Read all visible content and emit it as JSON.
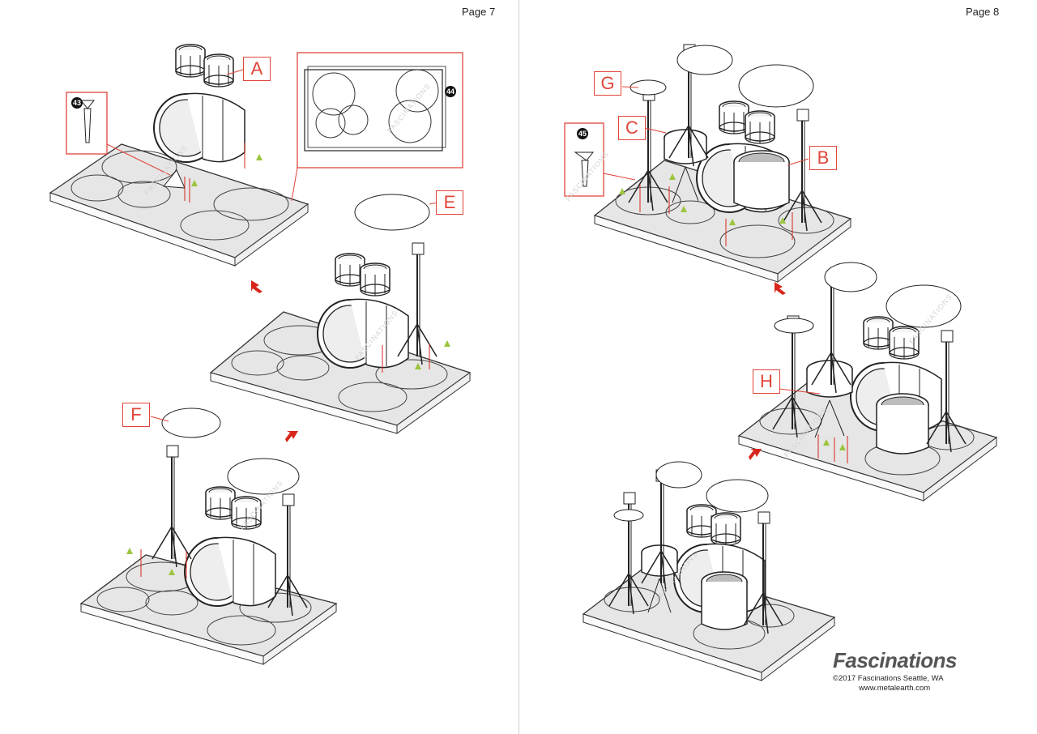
{
  "pages": {
    "left": "Page 7",
    "right": "Page 8"
  },
  "callouts": {
    "a": "A",
    "b": "B",
    "c": "C",
    "e": "E",
    "f": "F",
    "g": "G",
    "h": "H"
  },
  "parts": {
    "p43": "43",
    "p44": "44",
    "p45": "45"
  },
  "watermark": "FASCINATIONS",
  "footer": {
    "brand": "Fascinations",
    "copyright": "©2017 Fascinations Seattle, WA",
    "url": "www.metalearth.com"
  },
  "colors": {
    "accent": "#e0453a",
    "base": "#e6e6e6",
    "marker": "#9bc53d",
    "arrow": "#d8261c"
  },
  "icons": [
    "step-arrow-icon",
    "green-triangle-marker-icon"
  ]
}
